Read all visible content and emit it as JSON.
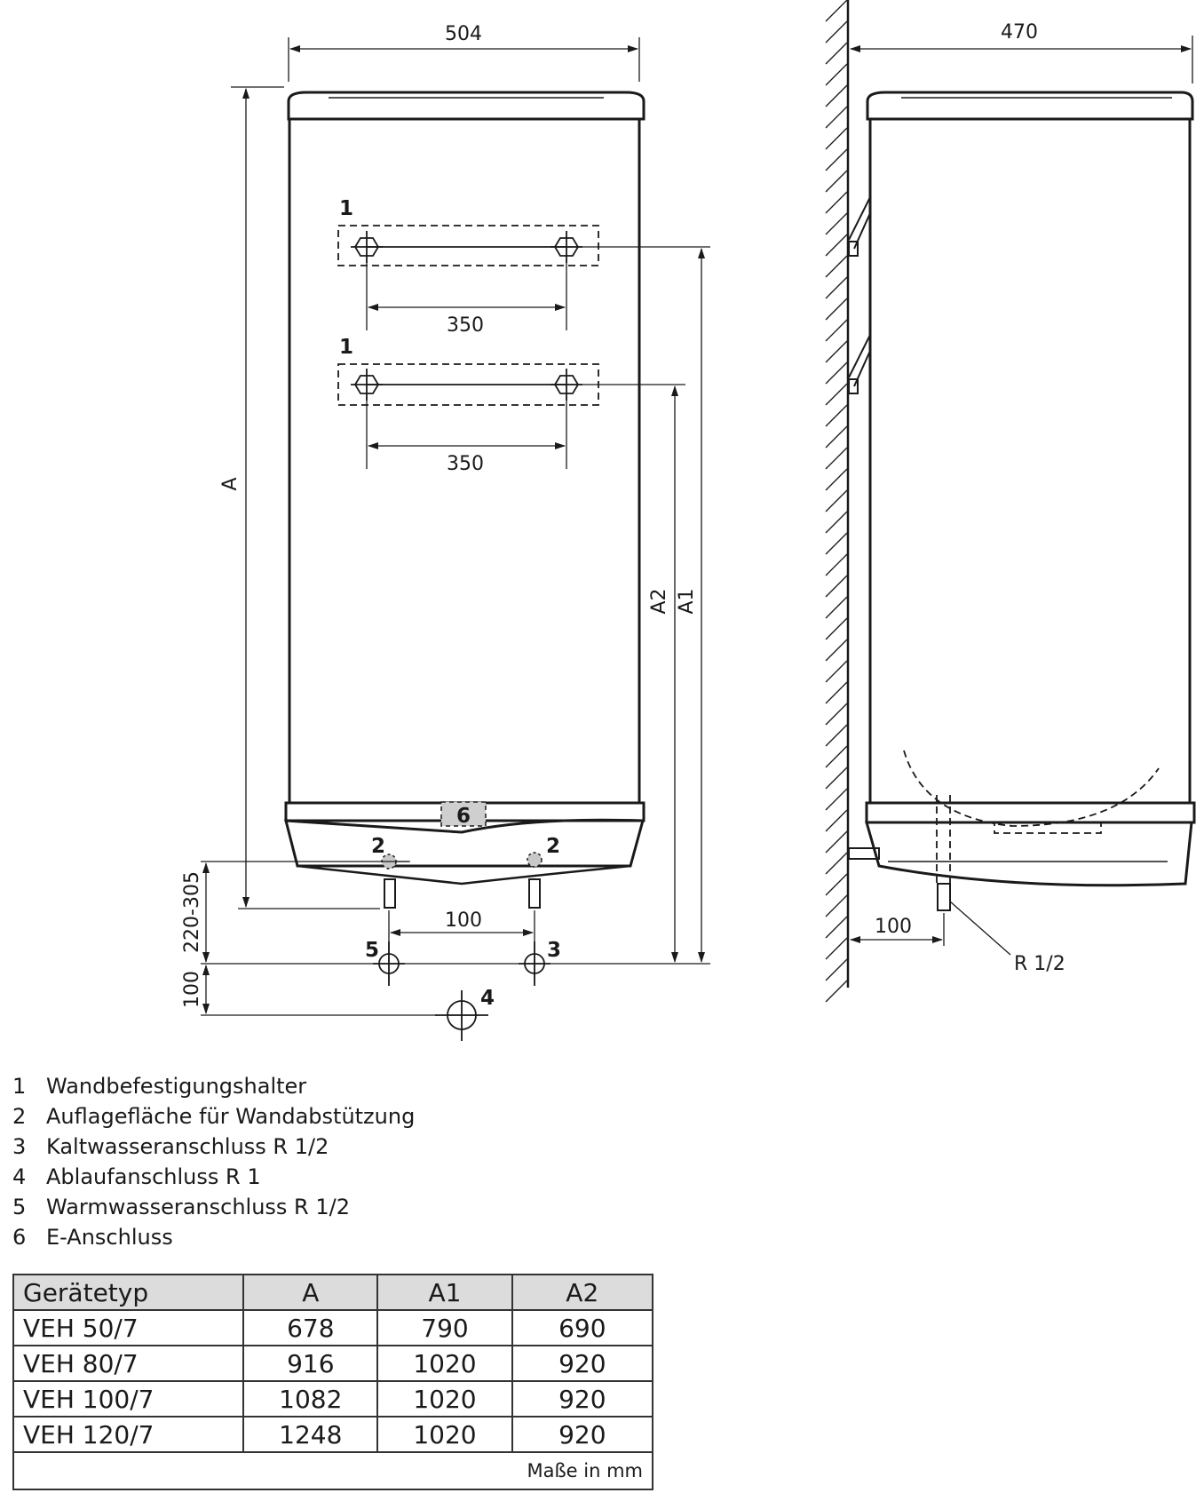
{
  "front_view": {
    "width_dim": "504",
    "height_dim": "A",
    "bracket_spacing": [
      "350",
      "350"
    ],
    "a2_dim": "A2",
    "a1_dim": "A1",
    "pipe_spacing": "100",
    "floor_dim": "220-305",
    "drain_dim": "100"
  },
  "side_view": {
    "depth_dim": "470",
    "wall_offset_dim": "100",
    "thread_label": "R 1/2"
  },
  "callouts": {
    "bracket_top": "1",
    "bracket_bottom": "1",
    "support_left": "2",
    "support_right": "2",
    "hot_water": "5",
    "cold_water": "3",
    "drain": "4",
    "electric": "6"
  },
  "legend": [
    {
      "num": "1",
      "text": "Wandbefestigungshalter"
    },
    {
      "num": "2",
      "text": "Auflagefläche für Wandabstützung"
    },
    {
      "num": "3",
      "text": "Kaltwasseranschluss R 1/2"
    },
    {
      "num": "4",
      "text": "Ablaufanschluss R 1"
    },
    {
      "num": "5",
      "text": "Warmwasseranschluss R 1/2"
    },
    {
      "num": "6",
      "text": "E-Anschluss"
    }
  ],
  "table": {
    "headers": [
      "Gerätetyp",
      "A",
      "A1",
      "A2"
    ],
    "rows": [
      [
        "VEH 50/7",
        "678",
        "790",
        "690"
      ],
      [
        "VEH 80/7",
        "916",
        "1020",
        "920"
      ],
      [
        "VEH 100/7",
        "1082",
        "1020",
        "920"
      ],
      [
        "VEH 120/7",
        "1248",
        "1020",
        "920"
      ]
    ],
    "units_note": "Maße in mm"
  }
}
